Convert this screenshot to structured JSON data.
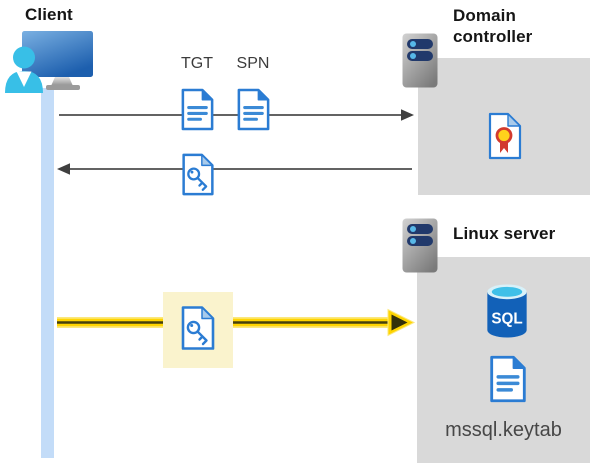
{
  "diagram_title": "Client Kerberos authentication flow with domain controller and Linux SQL server",
  "client": {
    "label": "Client"
  },
  "domain_controller": {
    "label": "Domain controller"
  },
  "linux_server": {
    "label": "Linux server",
    "sql_badge": "SQL",
    "keytab_label": "mssql.keytab"
  },
  "ticket_labels": {
    "tgt": "TGT",
    "spn": "SPN"
  },
  "icons": {
    "client": "user-workstation-icon",
    "domain_controller": "server-tower-icon",
    "linux_server": "server-tower-icon",
    "tgt": "document-icon",
    "spn": "document-icon",
    "service_ticket": "key-document-icon",
    "keytab_ticket": "key-document-icon",
    "certificate": "certificate-icon",
    "sql_database": "sql-database-icon",
    "keytab_file": "document-icon"
  },
  "arrows": [
    {
      "name": "client-to-domain-controller",
      "direction": "right",
      "color": "#4d4d4d"
    },
    {
      "name": "domain-controller-to-client",
      "direction": "left",
      "color": "#4d4d4d"
    },
    {
      "name": "client-to-linux-server",
      "direction": "right",
      "color": "#ffd400",
      "highlighted": true
    }
  ],
  "colors": {
    "doc_blue": "#2b7cd3",
    "person_cyan": "#38bfe7",
    "box_gray": "#d9d9d9",
    "lifeline_blue": "#c3dcf8",
    "arrow_gray": "#4d4d4d",
    "gold": "#ffd400",
    "highlight_yellow": "#faf3cd",
    "sql_blue": "#1261b8"
  }
}
